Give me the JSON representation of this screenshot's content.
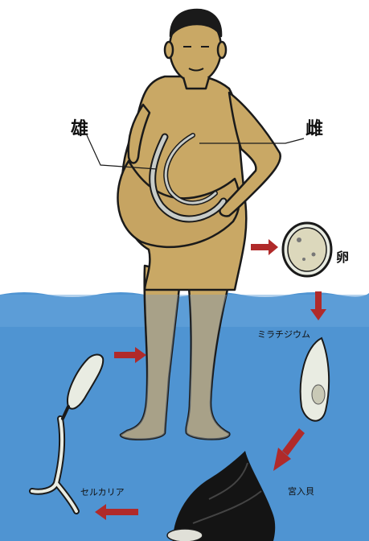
{
  "labels": {
    "male": "雄",
    "female": "雌",
    "egg": "卵",
    "miracidium": "ミラチジウム",
    "snail": "宮入貝",
    "cercaria": "セルカリア"
  },
  "colors": {
    "water": "#4f94d2",
    "water_light": "#7ab4e3",
    "skin": "#c9a865",
    "skin_dark": "#a88a4c",
    "skin_underwater": "#8c9aa6",
    "arrow": "#b02a2a",
    "outline": "#1a1a1a",
    "worm": "#c8ccc8",
    "snail_shell": "#141414"
  }
}
